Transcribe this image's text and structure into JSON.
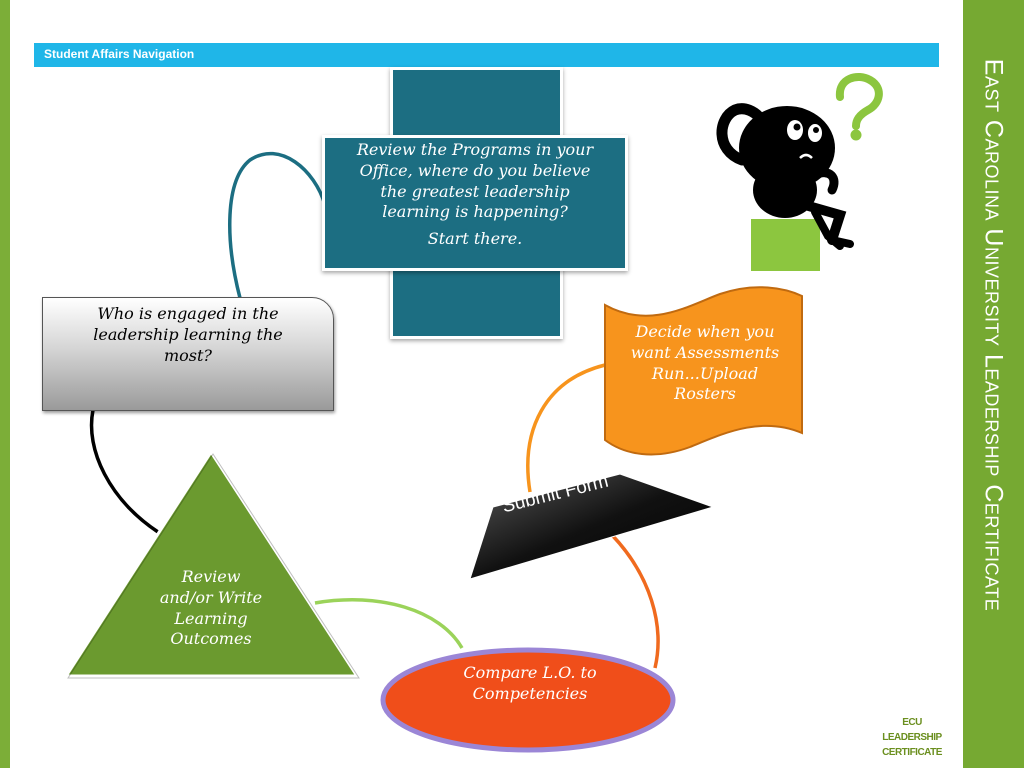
{
  "header": {
    "title": "Student Affairs Navigation"
  },
  "sidebar_title": "East Carolina University Leadership Certificate",
  "nodes": {
    "review_programs": {
      "text_lines": [
        "Review the Programs in your",
        "Office, where do you believe",
        "the greatest leadership",
        "learning is happening?"
      ],
      "text_last": "Start there."
    },
    "who_engaged": {
      "text_lines": [
        "Who is engaged in the",
        "leadership learning the",
        "most?"
      ]
    },
    "review_outcomes": {
      "text_lines": [
        "Review",
        "and/or Write",
        "Learning",
        "Outcomes"
      ]
    },
    "compare": {
      "text_lines": [
        "Compare L.O. to",
        "Competencies"
      ]
    },
    "submit": {
      "text": "Submit Form"
    },
    "assessments": {
      "text_lines": [
        "Decide when you",
        "want Assessments",
        "Run...Upload",
        "Rosters"
      ]
    }
  },
  "logo": {
    "lines": [
      "ECU",
      "LEADERSHIP",
      "CERTIFICATE"
    ]
  },
  "colors": {
    "sidebar_green": "#76a932",
    "header_blue": "#1fb6e8",
    "cross_teal": "#1c6e82",
    "triangle_green": "#6b9a2f",
    "oval_orange": "#f04e1a",
    "oval_border": "#9b86d6",
    "scroll_orange": "#f7941d",
    "question_mark": "#8cc63f",
    "stool_green": "#8cc63f"
  },
  "icons": {
    "thinking_figure": "thinking-person-icon",
    "question_mark": "question-mark-icon"
  }
}
